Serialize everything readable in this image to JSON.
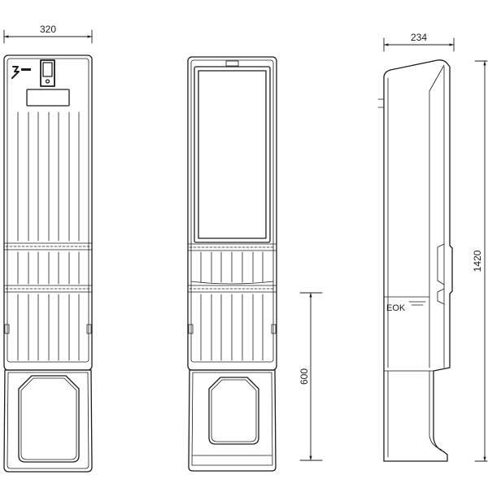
{
  "front_view": {
    "width_label": "320"
  },
  "center_view": {
    "base_height_label": "600"
  },
  "side_view": {
    "depth_label": "234",
    "height_label": "1420",
    "ground_level_label": "EOK"
  },
  "colors": {
    "line": "#1c1c1c",
    "background": "#ffffff"
  }
}
